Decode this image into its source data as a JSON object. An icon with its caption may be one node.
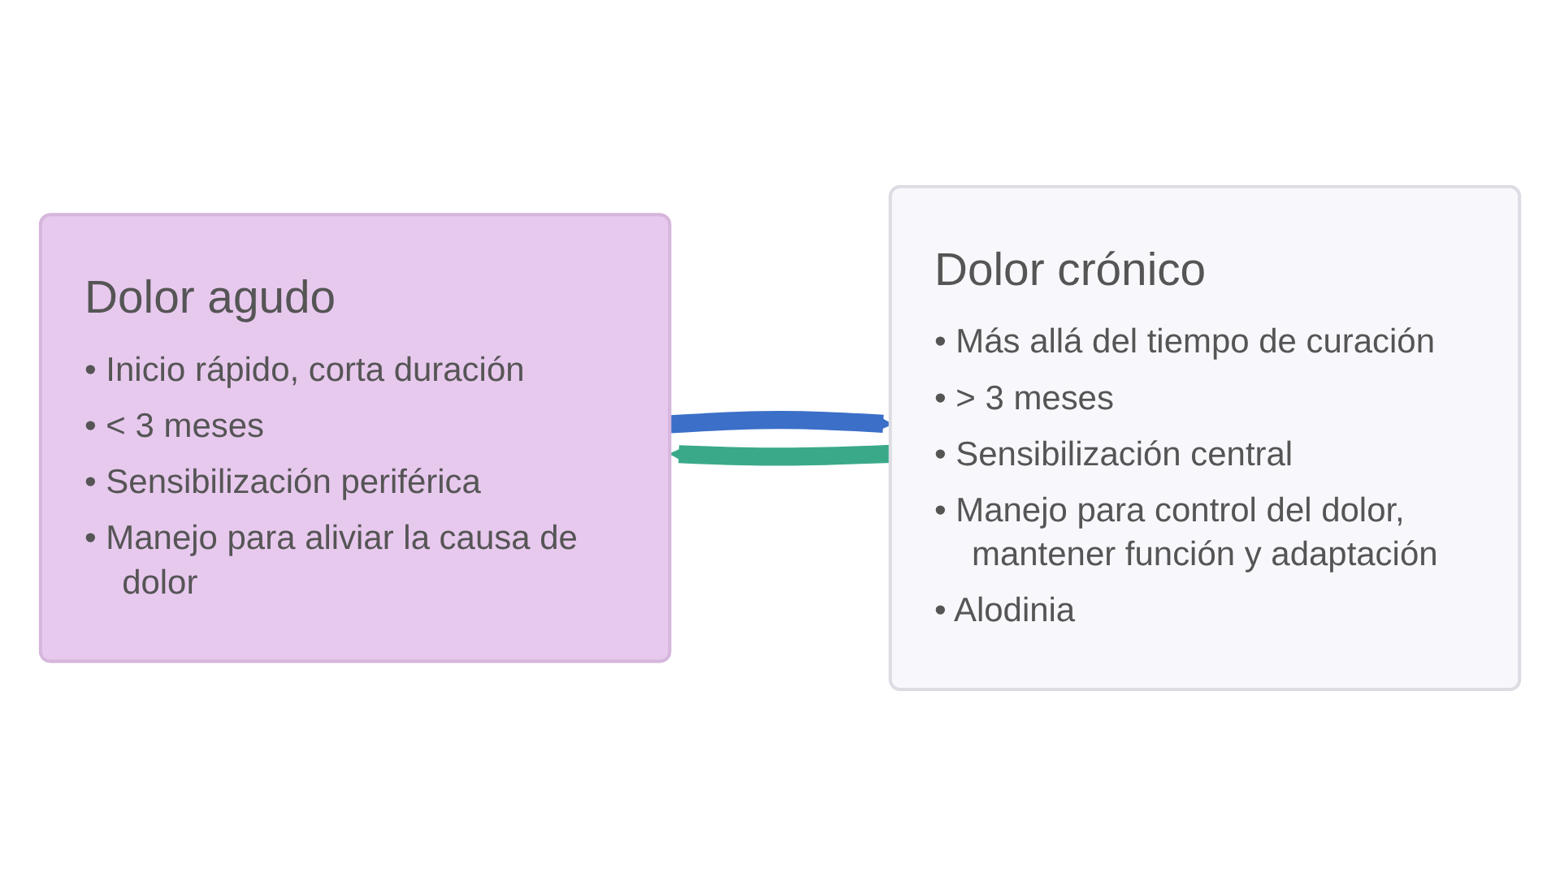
{
  "diagram": {
    "nodes": [
      {
        "text": [
          "Dolor agudo",
          "• Inicio rápido, corta duración",
          "• < 3 meses",
          "• Sensibilización periférica",
          "• Manejo para aliviar la causa de dolor"
        ]
      },
      {
        "text": [
          "Dolor crónico",
          "• Más allá del tiempo de curación",
          "• > 3 meses",
          "• Sensibilización central",
          "• Manejo para control del dolor, mantener función y adaptación",
          "• Alodinia"
        ]
      }
    ],
    "edges": [
      {
        "from": 0,
        "to": 1,
        "arrow": "to",
        "color": "#3b6fc8"
      },
      {
        "from": 1,
        "to": 0,
        "arrow": "to",
        "color": "#3aa98a"
      }
    ]
  }
}
